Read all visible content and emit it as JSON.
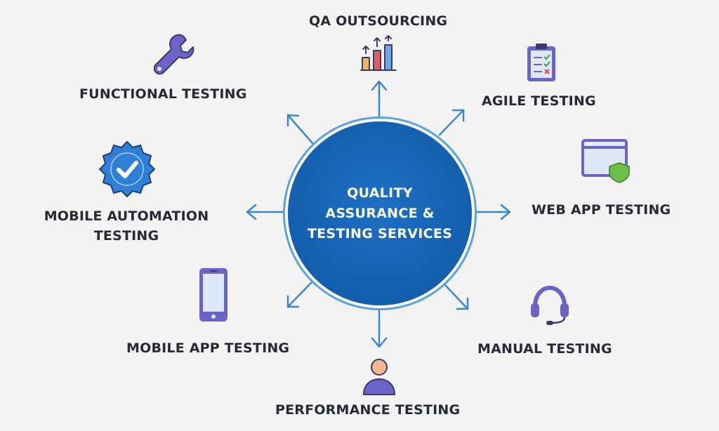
{
  "hub": {
    "title": "QUALITY ASSURANCE & TESTING SERVICES"
  },
  "services": {
    "qa_outsourcing": "QA OUTSOURCING",
    "agile_testing": "AGILE TESTING",
    "web_app_testing": "WEB APP TESTING",
    "manual_testing": "MANUAL TESTING",
    "performance_testing": "PERFORMANCE TESTING",
    "mobile_app_testing": "MOBILE APP TESTING",
    "mobile_automation_testing_line1": "MOBILE AUTOMATION",
    "mobile_automation_testing_line2": "TESTING",
    "functional_testing": "FUNCTIONAL TESTING"
  },
  "colors": {
    "hub": "#145fad",
    "arrow": "#3a86cf",
    "icon_purple": "#6b63c8",
    "icon_blue": "#2f7fd6",
    "text": "#262a36"
  },
  "icons": {
    "qa_outsourcing": "bar-chart-icon",
    "agile_testing": "clipboard-checklist-icon",
    "web_app_testing": "browser-shield-icon",
    "manual_testing": "headset-icon",
    "performance_testing": "user-icon",
    "mobile_app_testing": "smartphone-icon",
    "mobile_automation_testing": "verified-badge-icon",
    "functional_testing": "wrench-icon"
  }
}
